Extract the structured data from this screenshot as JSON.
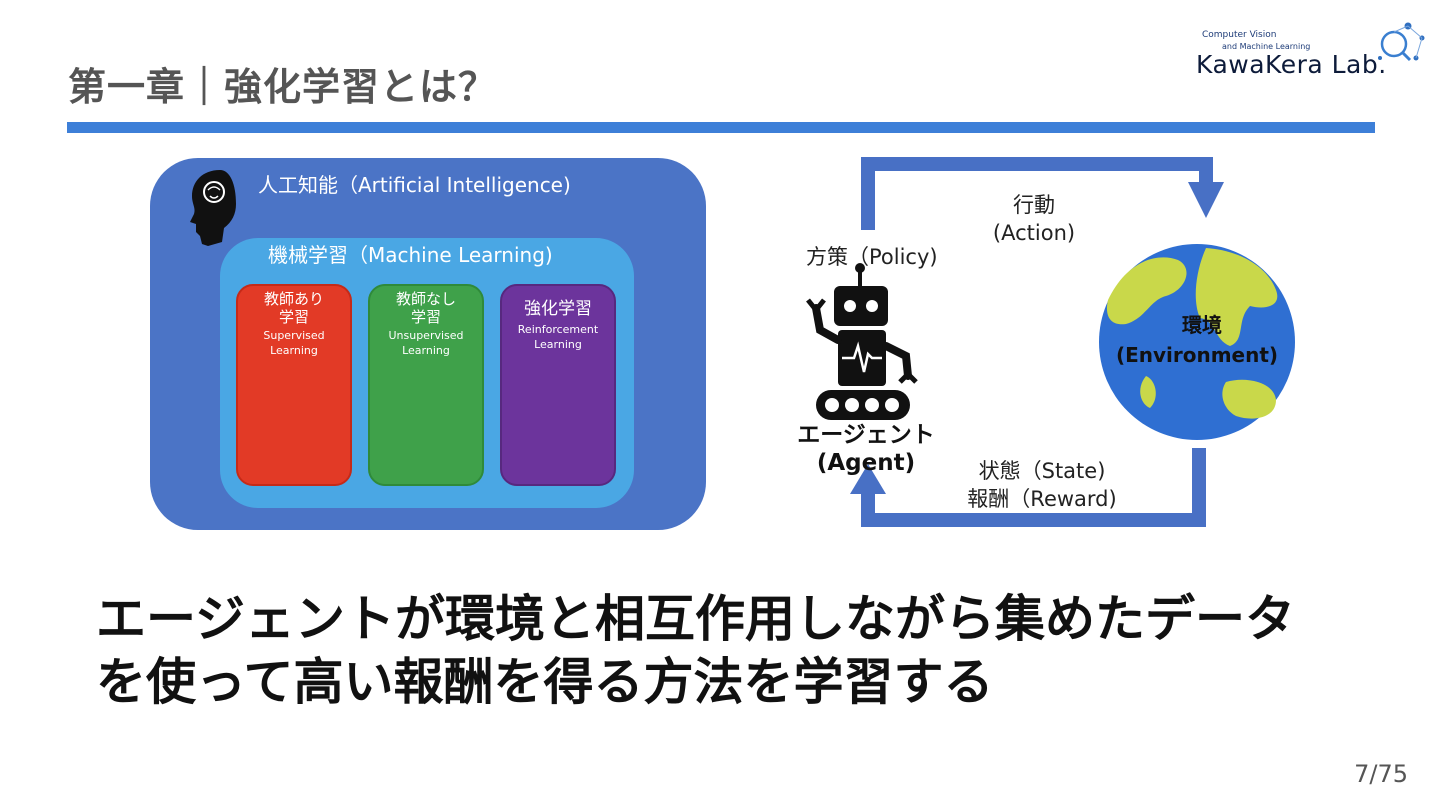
{
  "slide": {
    "title": "第一章｜強化学習とは？",
    "main_text_line1": "エージェントが環境と相互作用しながら集めたデータ",
    "main_text_line2": "を使って高い報酬を得る方法を学習する",
    "page_number": "7/75"
  },
  "logo": {
    "tagline_1": "Computer Vision",
    "tagline_2": "and Machine Learning",
    "name": "KawaKera Lab."
  },
  "diagram_left": {
    "ai_label": "人工知能（Artificial Intelligence)",
    "ml_label": "機械学習（Machine Learning)",
    "boxes": [
      {
        "jp_line1": "教師あり",
        "jp_line2": "学習",
        "en_line1": "Supervised",
        "en_line2": "Learning",
        "color": "#e23a26"
      },
      {
        "jp_line1": "教師なし",
        "jp_line2": "学習",
        "en_line1": "Unsupervised",
        "en_line2": "Learning",
        "color": "#3fa14a"
      },
      {
        "jp_line1": "強化学習",
        "jp_line2": "",
        "en_line1": "Reinforcement",
        "en_line2": "Learning",
        "color": "#6c349c"
      }
    ]
  },
  "diagram_right": {
    "action_jp": "行動",
    "action_en": "(Action)",
    "policy": "方策（Policy)",
    "agent_jp": "エージェント",
    "agent_en": "(Agent)",
    "env_jp": "環境",
    "env_en": "(Environment)",
    "state": "状態（State)",
    "reward": "報酬（Reward)"
  },
  "colors": {
    "accent_rule": "#3d7fd8",
    "ai_box": "#4b74c6",
    "ml_box": "#4aa7e4",
    "loop_arrow": "#4870c5"
  }
}
